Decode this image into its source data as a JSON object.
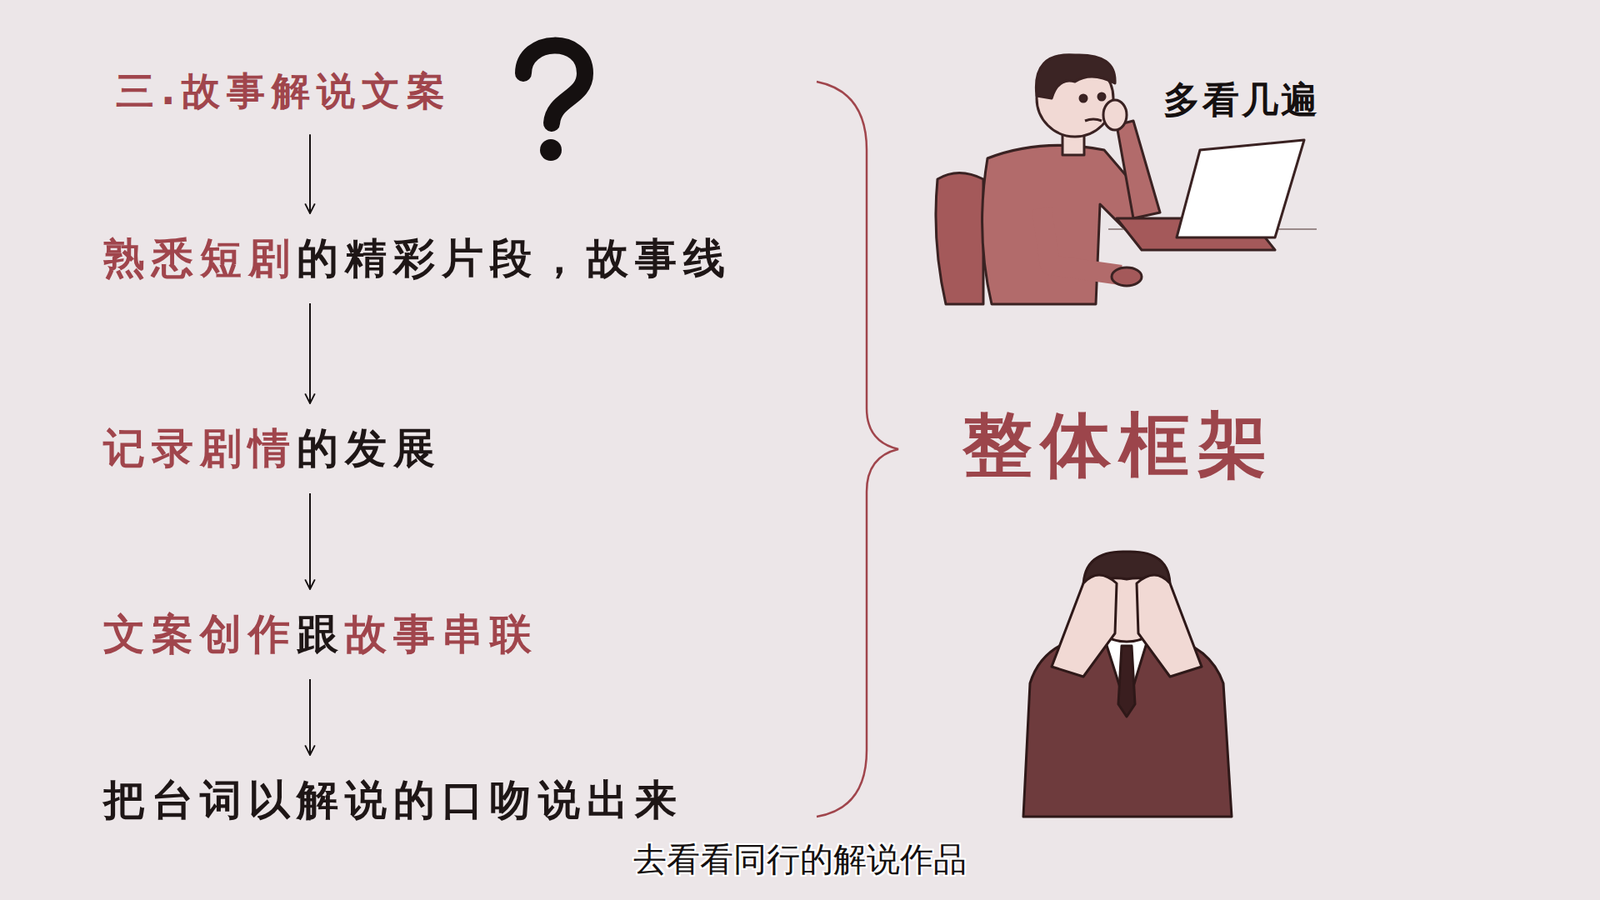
{
  "diagram": {
    "caption": "去看看同行的解说作品",
    "nodes": [
      {
        "text": [
          "三.故事解说文案"
        ]
      },
      {
        "text": [
          "熟悉短剧",
          "的精彩片段，故事线"
        ]
      },
      {
        "text": [
          "记录剧情",
          "的发展"
        ]
      },
      {
        "text": [
          "文案创作",
          "跟",
          "故事串联"
        ]
      },
      {
        "text": [
          "把台词以解说的口吻说出来"
        ]
      }
    ],
    "edges": [
      {
        "from": 0,
        "to": 1,
        "arrow": "to"
      },
      {
        "from": 1,
        "to": 2,
        "arrow": "to"
      },
      {
        "from": 2,
        "to": 3,
        "arrow": "to"
      },
      {
        "from": 3,
        "to": 4,
        "arrow": "to"
      }
    ],
    "labels": [
      "多看几遍",
      "整体框架"
    ]
  }
}
